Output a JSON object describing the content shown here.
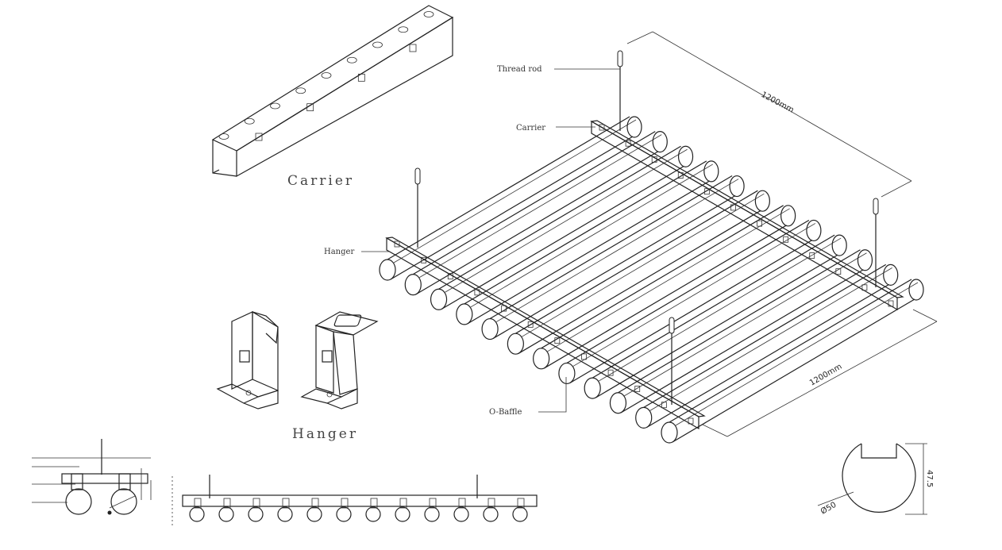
{
  "labels": {
    "thread_rod": "Thread rod",
    "carrier_callout": "Carrier",
    "hanger_callout": "Hanger",
    "baffle_callout": "O-Baffle",
    "carrier_caption": "Carrier",
    "hanger_caption": "Hanger",
    "dim_top": "1200mm",
    "dim_bottom": "1200mm",
    "dim_diameter": "Ø50",
    "dim_height": "47.5"
  },
  "colors": {
    "line": "#222222",
    "background": "#ffffff"
  },
  "icons": {
    "rod": "thread-rod-icon",
    "baffle": "o-baffle-icon"
  }
}
